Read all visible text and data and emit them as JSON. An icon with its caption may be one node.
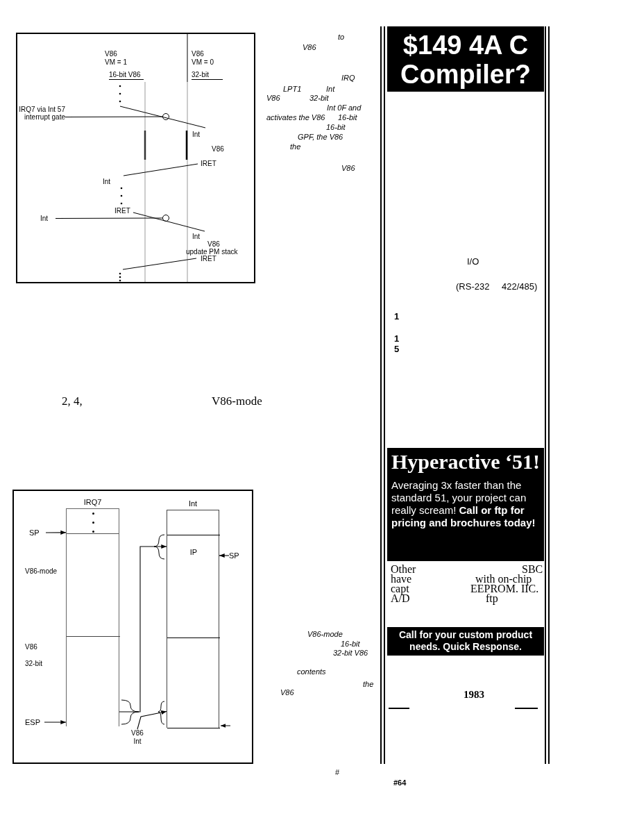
{
  "diagram": {
    "nodes": [
      {
        "text": [
          "IRQ7 via Int 57 interrupt gate"
        ]
      },
      {
        "text": [],
        "shape": "circle"
      },
      {
        "text": [
          "Int"
        ]
      },
      {
        "text": [],
        "shape": "circle"
      },
      {
        "text": [
          "IRQ7"
        ]
      },
      {
        "text": [],
        "shape": "box",
        "in": 4
      },
      {
        "text": [
          "Int"
        ]
      },
      {
        "text": [
          "IP"
        ],
        "in": 6
      },
      {
        "text": [],
        "shape": "box",
        "in": 6
      },
      {
        "text": [
          "SP"
        ]
      },
      {
        "text": [
          "ESP"
        ]
      },
      {
        "text": [
          "SP"
        ]
      },
      {
        "text": [
          "V86 Int"
        ]
      }
    ],
    "edges": [
      {
        "from": 0,
        "to": 1,
        "arrow": "none"
      },
      {
        "from": 2,
        "to": 3,
        "arrow": "none"
      },
      {
        "from": 9,
        "to": 4,
        "arrow": "to"
      },
      {
        "from": 10,
        "to": 5,
        "arrow": "to"
      },
      {
        "from": 11,
        "to": 7,
        "arrow": "to"
      },
      {
        "from": 5,
        "to": 7,
        "arrow": "to"
      },
      {
        "from": 12,
        "to": 8,
        "arrow": "to"
      }
    ],
    "labels": [
      "V86",
      "VM = 1",
      "16-bit V86",
      "V86",
      "VM = 0",
      "32-bit",
      "Int",
      "V86",
      "IRET",
      "Int",
      "IRET",
      "Int",
      "V86",
      "update PM stack",
      "IRET",
      "to",
      "V86",
      "IRQ",
      "LPT1",
      "Int",
      "V86",
      "32-bit",
      "Int 0F and",
      "activates the V86",
      "16-bit",
      "16-bit",
      "GPF, the V86",
      "the",
      "V86",
      "$149 4A C Compiler?",
      "I/O",
      "(RS-232",
      "422/485)",
      "1",
      "1",
      "5",
      "2, 4,",
      "V86-mode",
      "Hyperactive ‘51!",
      "Averaging 3x faster than the standard 51, your project can really scream! **Call or ftp for pricing and brochures today!**",
      "Other",
      "SBC",
      "have",
      "with on-chip",
      "capt",
      "EEPROM. IIC.",
      "A/D",
      "ftp",
      "Call for your custom product needs. Quick Response.",
      "1983",
      "V86-mode",
      "V86",
      "32-bit",
      "V86-mode",
      "16-bit",
      "32-bit V86",
      "contents",
      "the",
      "V86",
      "#",
      "#64"
    ]
  }
}
